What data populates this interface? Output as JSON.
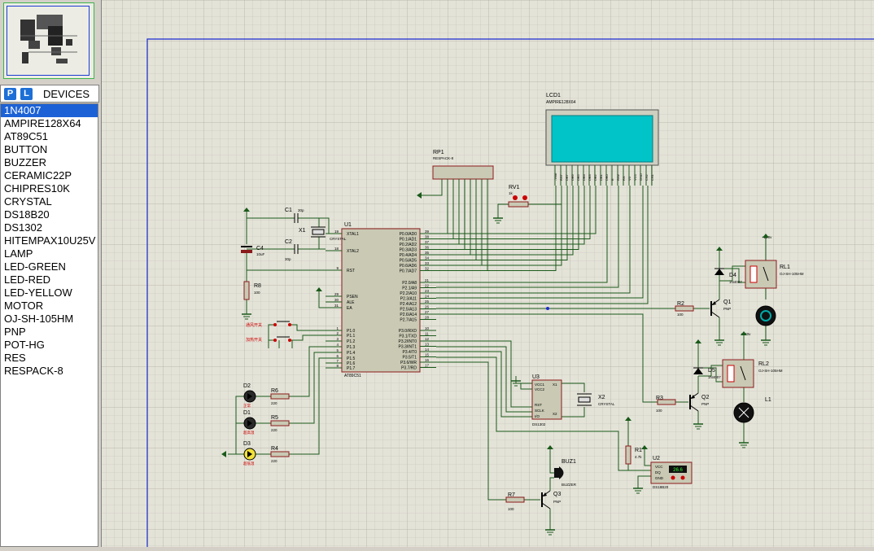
{
  "device_panel": {
    "p_button": "P",
    "l_button": "L",
    "title": "DEVICES",
    "items": [
      "1N4007",
      "AMPIRE128X64",
      "AT89C51",
      "BUTTON",
      "BUZZER",
      "CERAMIC22P",
      "CHIPRES10K",
      "CRYSTAL",
      "DS18B20",
      "DS1302",
      "HITEMPAX10U25V",
      "LAMP",
      "LED-GREEN",
      "LED-RED",
      "LED-YELLOW",
      "MOTOR",
      "OJ-SH-105HM",
      "PNP",
      "POT-HG",
      "RES",
      "RESPACK-8"
    ],
    "selected_index": 0
  },
  "schematic": {
    "lcd": {
      "ref": "LCD1",
      "part": "AMPIRE128X64",
      "screen_color": "#00c4c8"
    },
    "mcu": {
      "ref": "U1",
      "part": "AT89C51",
      "left_pins": [
        "XTAL1",
        "XTAL2",
        "RST",
        "PSEN",
        "ALE",
        "EA",
        "P1.0",
        "P1.1",
        "P1.2",
        "P1.3",
        "P1.4",
        "P1.5",
        "P1.6",
        "P1.7"
      ],
      "right_pins": [
        "P0.0/AD0",
        "P0.1/AD1",
        "P0.2/AD2",
        "P0.3/AD3",
        "P0.4/AD4",
        "P0.5/AD5",
        "P0.6/AD6",
        "P0.7/AD7",
        "P2.0/A8",
        "P2.1/A9",
        "P2.2/A10",
        "P2.3/A11",
        "P2.4/A12",
        "P2.5/A13",
        "P2.6/A14",
        "P2.7/A15",
        "P3.0/RXD",
        "P3.1/TXD",
        "P3.2/INT0",
        "P3.3/INT1",
        "P3.4/T0",
        "P3.5/T1",
        "P3.6/WR",
        "P3.7/RD"
      ],
      "left_nums": [
        "19",
        "18",
        "9",
        "29",
        "30",
        "31",
        "1",
        "2",
        "3",
        "4",
        "5",
        "6",
        "7",
        "8"
      ],
      "right_nums": [
        "39",
        "38",
        "37",
        "36",
        "35",
        "34",
        "33",
        "32",
        "21",
        "22",
        "23",
        "24",
        "25",
        "26",
        "27",
        "28",
        "10",
        "11",
        "12",
        "13",
        "14",
        "15",
        "16",
        "17"
      ]
    },
    "rp1": {
      "ref": "RP1",
      "part": "RESPACK-8"
    },
    "rv1": {
      "ref": "RV1",
      "val": "1k"
    },
    "c1": {
      "ref": "C1",
      "val": "30p"
    },
    "c2": {
      "ref": "C2",
      "val": "30p"
    },
    "x1": {
      "ref": "X1",
      "part": "CRYSTAL"
    },
    "c4": {
      "ref": "C4",
      "val": "10uF"
    },
    "r8": {
      "ref": "R8",
      "val": "100"
    },
    "btn1": {
      "label": "通风开关"
    },
    "btn2": {
      "label": "加热开关"
    },
    "d2": {
      "ref": "D2",
      "label": "正常"
    },
    "d1": {
      "ref": "D1",
      "label": "超高温"
    },
    "d3": {
      "ref": "D3",
      "label": "超低温"
    },
    "r6": {
      "ref": "R6",
      "val": "220"
    },
    "r5": {
      "ref": "R5",
      "val": "220"
    },
    "r4": {
      "ref": "R4",
      "val": "220"
    },
    "u3": {
      "ref": "U3",
      "part": "DS1302",
      "pins": [
        "VCC1",
        "VCC2",
        "X1",
        "X2",
        "RST",
        "SCLK",
        "I/O"
      ]
    },
    "x2": {
      "ref": "X2",
      "part": "CRYSTAL"
    },
    "r2": {
      "ref": "R2",
      "val": "100"
    },
    "q1": {
      "ref": "Q1",
      "part": "PNP"
    },
    "r3": {
      "ref": "R3",
      "val": "100"
    },
    "q2": {
      "ref": "Q2",
      "part": "PNP"
    },
    "d4": {
      "ref": "D4",
      "part": "1N4007"
    },
    "d5": {
      "ref": "D5",
      "part": "1N4007"
    },
    "rl1": {
      "ref": "RL1",
      "part": "OJ-SH-105HM",
      "supply": "+220v"
    },
    "rl2": {
      "ref": "RL2",
      "part": "OJ-SH-105HM",
      "supply": "+220v"
    },
    "l1": {
      "ref": "L1"
    },
    "r1": {
      "ref": "R1",
      "val": "4.7k"
    },
    "u2": {
      "ref": "U2",
      "part": "DS18B20",
      "pins": [
        "VCC",
        "DQ",
        "GND"
      ],
      "display": "26.6"
    },
    "buz1": {
      "ref": "BUZ1",
      "part": "BUZZER"
    },
    "r7": {
      "ref": "R7",
      "val": "100"
    },
    "q3": {
      "ref": "Q3",
      "part": "PNP"
    }
  }
}
